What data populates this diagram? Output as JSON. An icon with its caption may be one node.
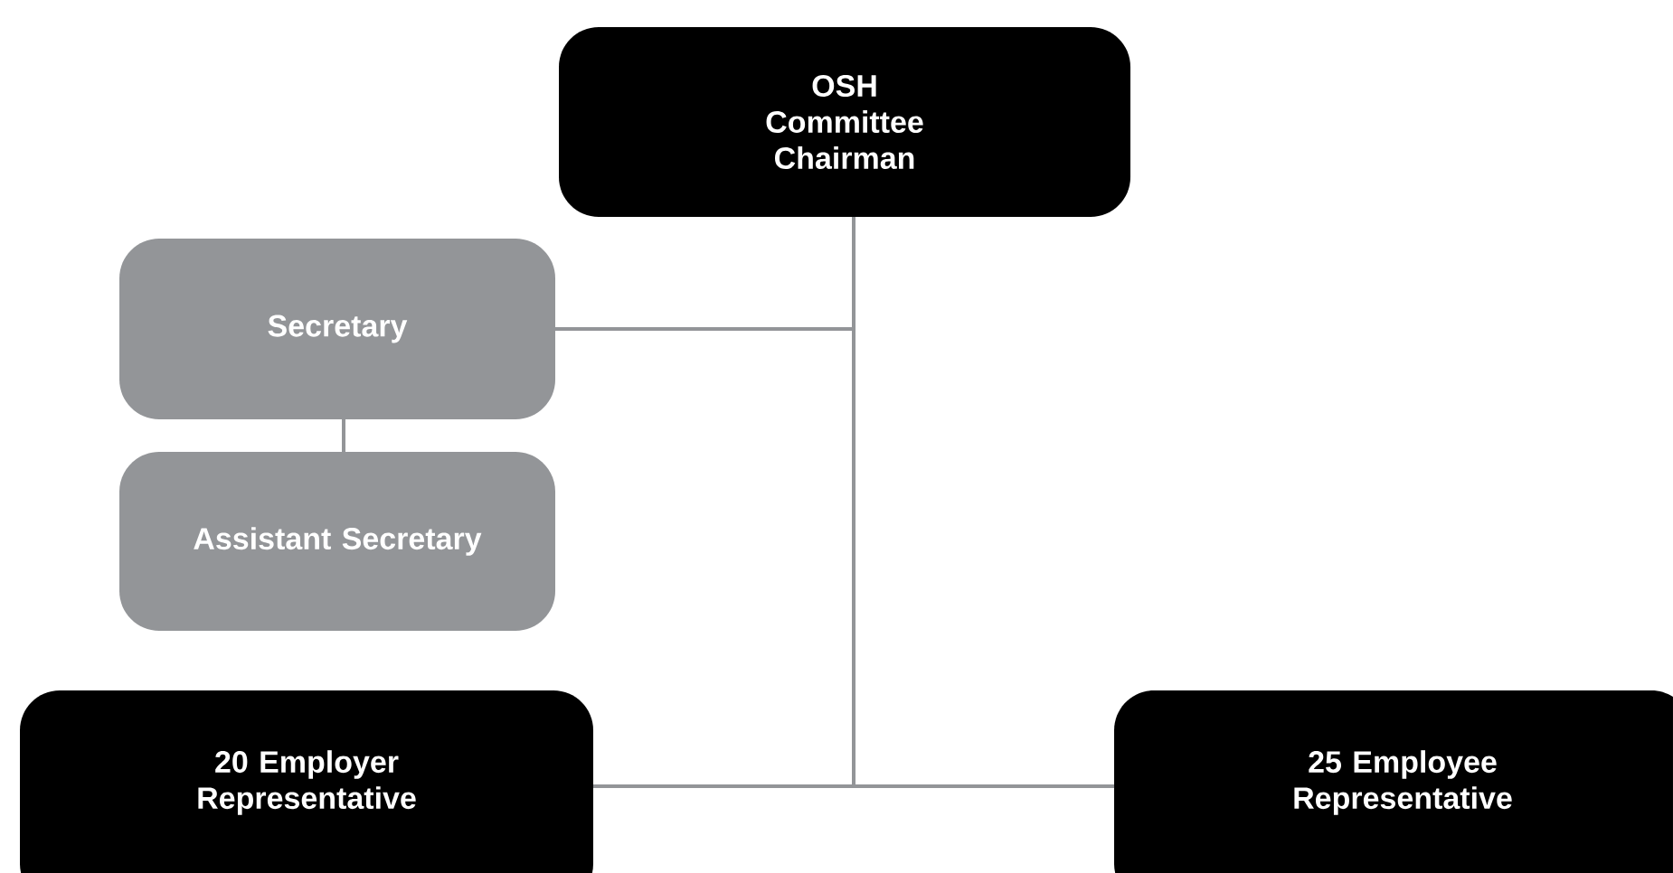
{
  "diagram": {
    "nodes": [
      {
        "text": [
          "OSH",
          "Committee Chairman"
        ]
      },
      {
        "text": [
          "Secretary"
        ]
      },
      {
        "text": [
          "Assistant Secretary"
        ]
      },
      {
        "text": [
          "20 Employer Representative"
        ]
      },
      {
        "text": [
          "25 Employee Representative"
        ]
      }
    ],
    "edges": [
      {
        "from": 0,
        "to": 1,
        "arrow": "none"
      },
      {
        "from": 1,
        "to": 2,
        "arrow": "none"
      },
      {
        "from": 0,
        "to": 3,
        "arrow": "none"
      },
      {
        "from": 0,
        "to": 4,
        "arrow": "none"
      }
    ]
  }
}
